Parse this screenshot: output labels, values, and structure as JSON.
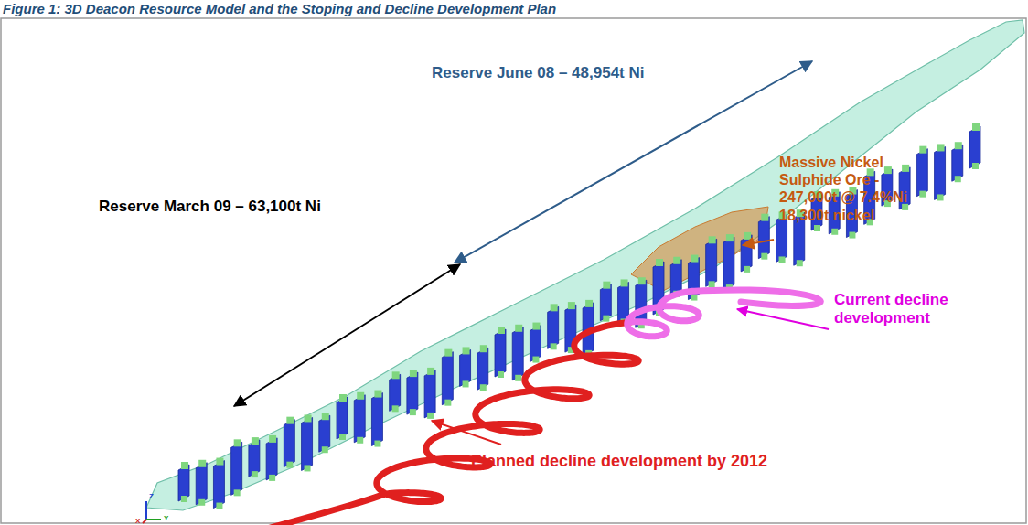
{
  "diagram": {
    "title": "Figure 1: 3D Deacon Resource Model and the Stoping and Decline Development Plan",
    "labels": [
      "Reserve June 08 – 48,954t Ni",
      "Reserve March 09 – 63,100t Ni",
      "Massive Nickel Sulphide Ore - 247,000t @ 7.4%Ni 18,300t nickel",
      "Current decline development",
      "Planned decline development by 2012",
      "Z",
      "Y",
      "X"
    ]
  }
}
